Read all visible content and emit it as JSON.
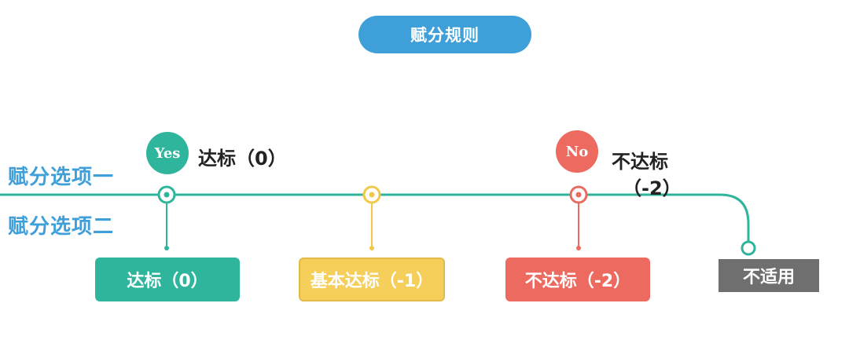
{
  "title": "赋分规则",
  "labels": {
    "option_one": "赋分选项一",
    "option_two": "赋分选项二"
  },
  "badges": {
    "yes": "Yes",
    "no": "No"
  },
  "top_labels": {
    "pass": "达标（0）",
    "fail_line1": "不达标",
    "fail_line2": "（-2）"
  },
  "boxes": {
    "pass": "达标（0）",
    "basic_pass": "基本达标（-1）",
    "fail": "不达标（-2）",
    "not_applicable": "不适用"
  },
  "colors": {
    "accent_blue": "#3f9fd9",
    "green": "#2fb59c",
    "yellow": "#f6cf5b",
    "red": "#ec6a5f",
    "gray": "#6f6f6f"
  }
}
